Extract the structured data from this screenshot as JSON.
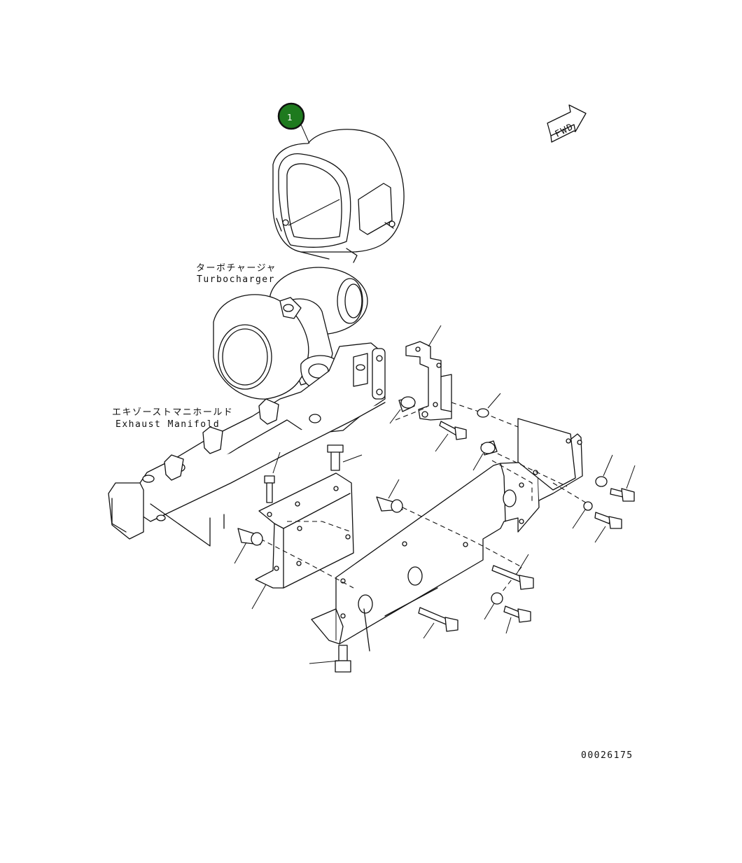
{
  "callout": {
    "number": "1",
    "color": "#1e7a1e"
  },
  "fwd_label": "FWD",
  "labels": {
    "turbocharger_jp": "ターボチャージャ",
    "turbocharger_en": "Turbocharger",
    "manifold_jp": "エキゾーストマニホールド",
    "manifold_en": "Exhaust Manifold"
  },
  "drawing_number": "00026175"
}
